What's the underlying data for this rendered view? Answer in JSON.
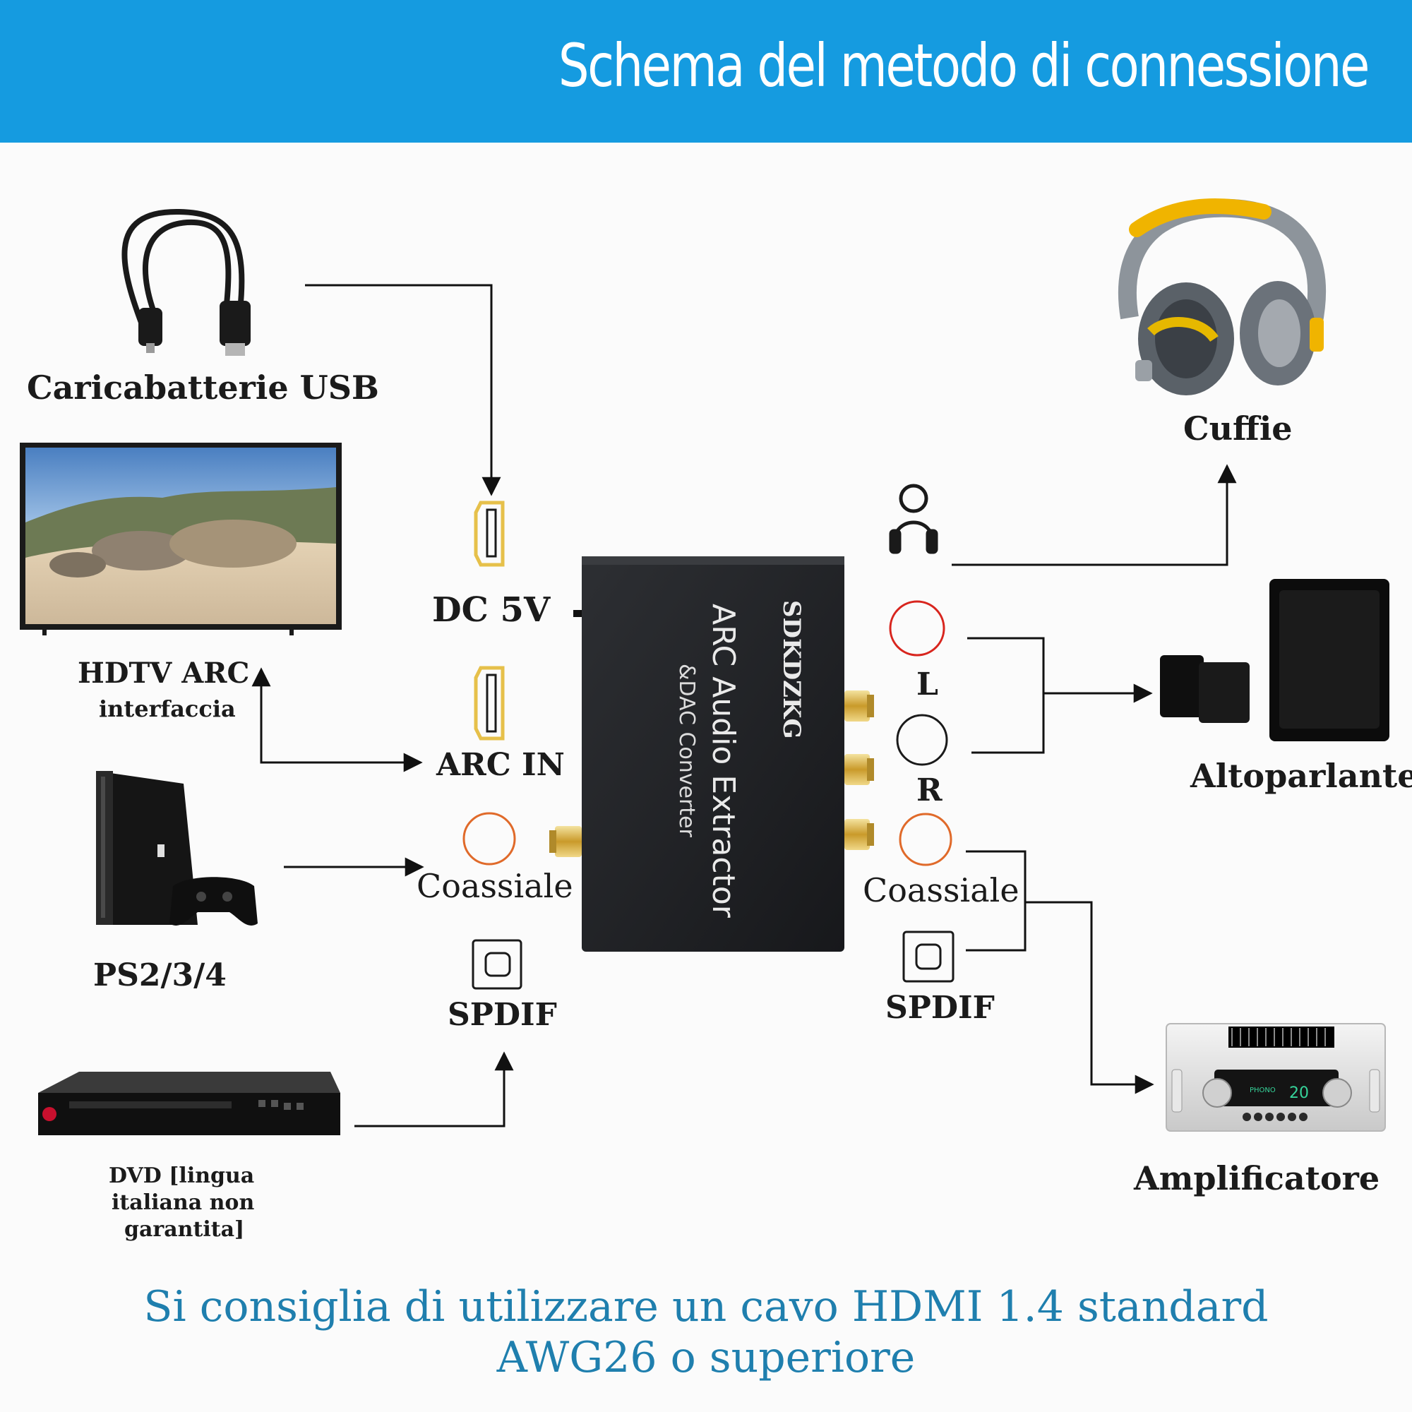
{
  "header": {
    "title": "Schema del metodo di connessione"
  },
  "device": {
    "brand": "SDKDZKG",
    "name": "ARC Audio Extractor",
    "subtitle": "&DAC Converter"
  },
  "sources": {
    "usb": "Caricabatterie USB",
    "hdtv_line1": "HDTV ARC",
    "hdtv_line2": "interfaccia",
    "ps": "PS2/3/4",
    "dvd_line1": "DVD [lingua",
    "dvd_line2": "italiana non",
    "dvd_line3": "garantita]"
  },
  "input_ports": {
    "dc": "DC 5V",
    "arc": "ARC IN",
    "coax": "Coassiale",
    "spdif": "SPDIF"
  },
  "output_ports": {
    "left": "L",
    "right": "R",
    "coax": "Coassiale",
    "spdif": "SPDIF"
  },
  "outputs": {
    "headphones": "Cuffie",
    "speaker": "Altoparlante",
    "amplifier": "Amplificatore",
    "amp_display": "20",
    "amp_mode": "PHONO"
  },
  "footer": {
    "note": "Si consiglia di utilizzare un cavo HDMI 1.4 standard AWG26 o superiore"
  },
  "colors": {
    "banner": "#159be0",
    "footer_text": "#1f7fae",
    "port_gold": "#e6c04a",
    "port_red": "#d8251e",
    "port_orange": "#e06a2a"
  }
}
